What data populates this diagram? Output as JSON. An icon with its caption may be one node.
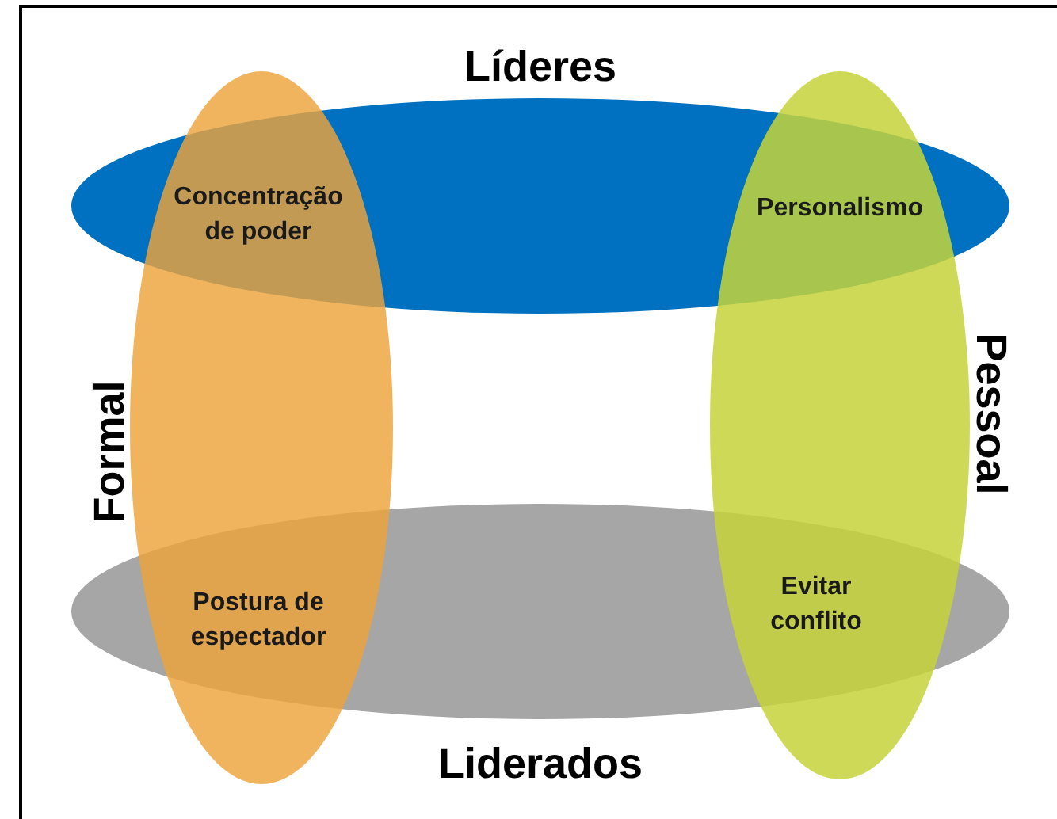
{
  "diagram": {
    "nodes": [
      {
        "text": [
          "Líderes"
        ]
      },
      {
        "text": [
          "Liderados"
        ]
      },
      {
        "text": [
          "Formal"
        ]
      },
      {
        "text": [
          "Pessoal"
        ]
      }
    ],
    "labels": [
      "Concentração de poder",
      "Personalismo",
      "Postura de espectador",
      "Evitar conflito"
    ]
  }
}
